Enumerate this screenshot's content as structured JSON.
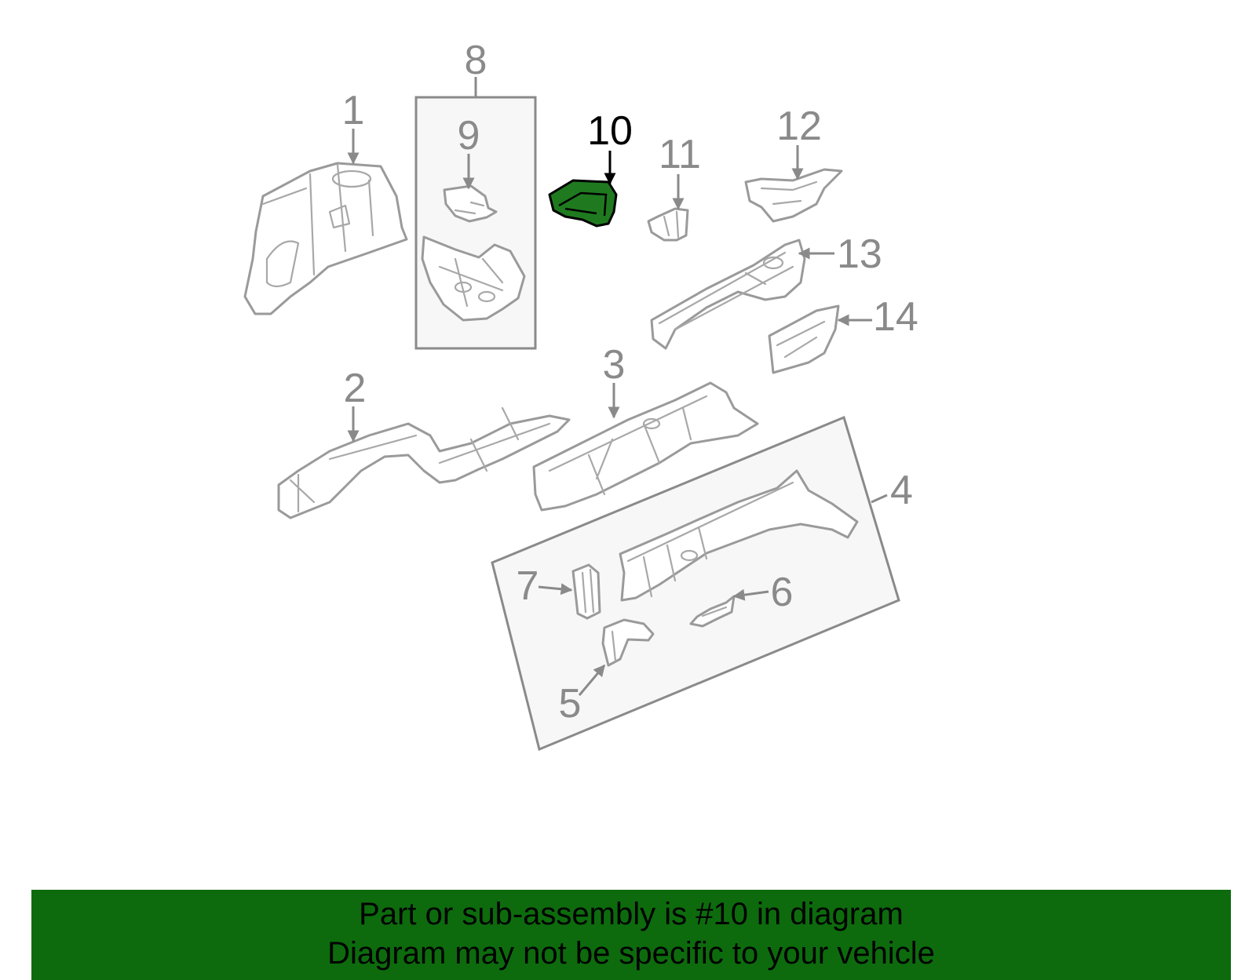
{
  "diagram": {
    "highlight_color": "#1f7a1f",
    "part_numbers": [
      "1",
      "2",
      "3",
      "4",
      "5",
      "6",
      "7",
      "8",
      "9",
      "10",
      "11",
      "12",
      "13",
      "14"
    ],
    "highlighted_part": "10"
  },
  "banner": {
    "line1": "Part or sub-assembly is #10 in diagram",
    "line2": "Diagram may not be specific to your vehicle",
    "background": "#0d6b0d"
  }
}
